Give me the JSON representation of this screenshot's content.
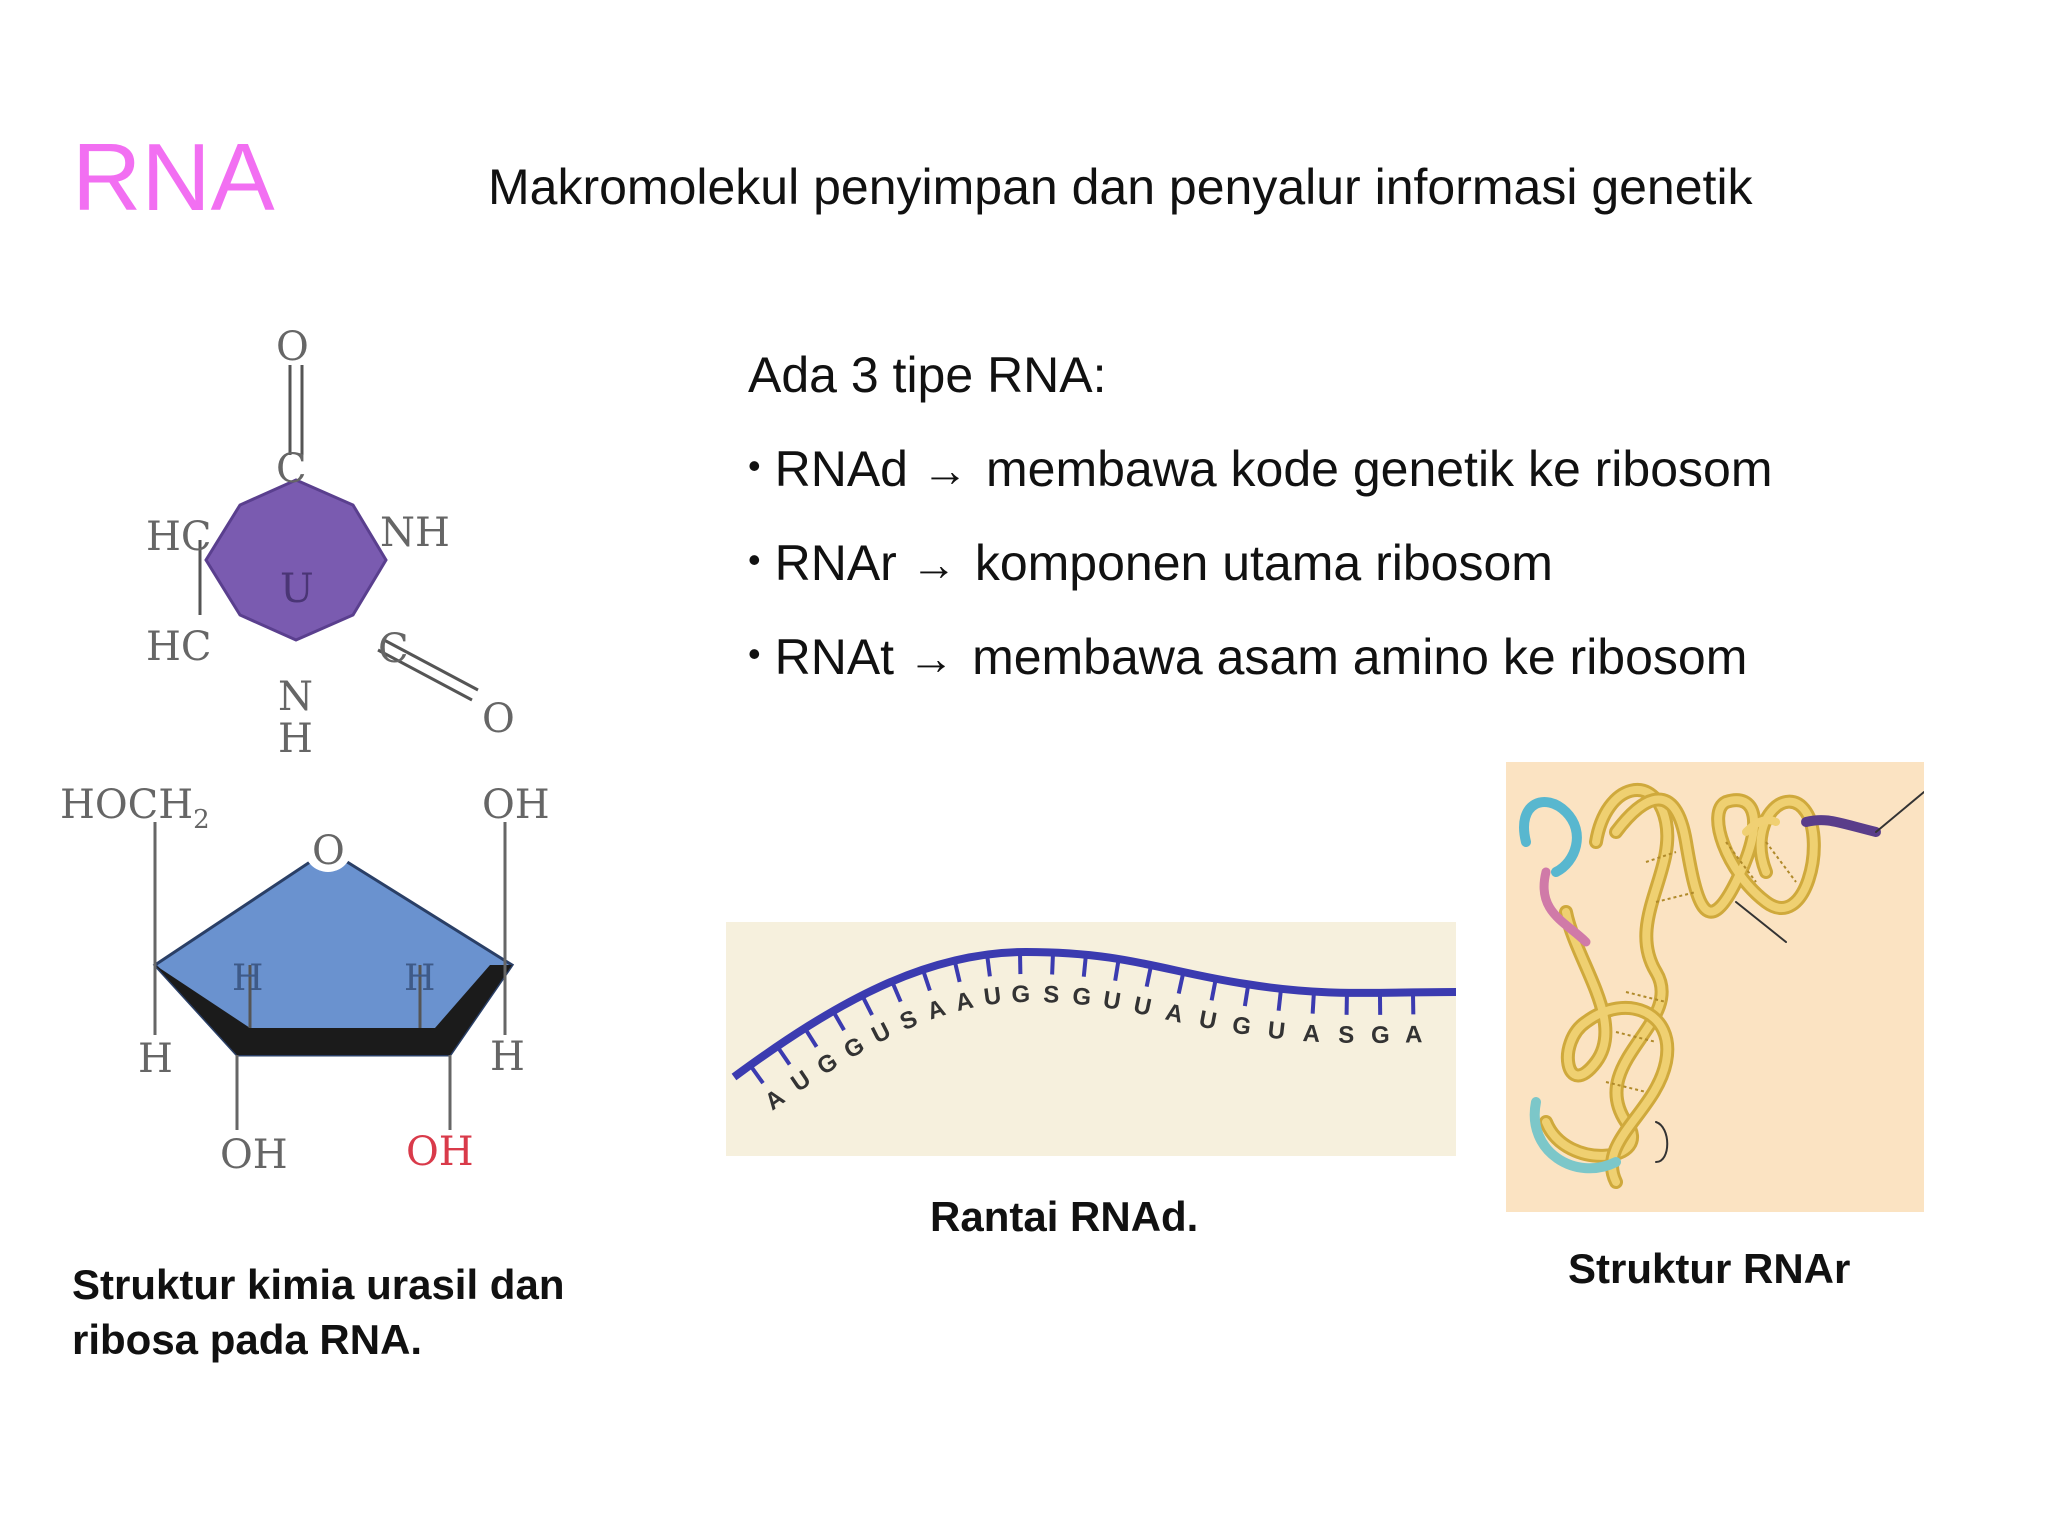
{
  "slide": {
    "title": "RNA",
    "subtitle": "Makromolekul penyimpan dan penyalur informasi genetik"
  },
  "types": {
    "heading": "Ada 3 tipe RNA:",
    "items": [
      {
        "name": "RNAd",
        "desc": "membawa kode genetik ke ribosom"
      },
      {
        "name": "RNAr",
        "desc": "komponen utama ribosom"
      },
      {
        "name": "RNAt",
        "desc": "membawa asam amino ke ribosom"
      }
    ],
    "arrow": "→",
    "bullet": "•"
  },
  "uracil": {
    "letter": "U",
    "atoms": {
      "o_top": "O",
      "c_top": "C",
      "hc_1": "HC",
      "hc_2": "HC",
      "nh": "NH",
      "c_right": "C",
      "o_right": "O",
      "n_bottom": "N",
      "h_bottom": "H"
    },
    "color": "#7a5bb0"
  },
  "ribose": {
    "atoms": {
      "hoch2": "HOCH",
      "sub2": "2",
      "o_ring": "O",
      "oh_top": "OH",
      "h_left": "H",
      "h_right": "H",
      "h_in1": "H",
      "h_in2": "H",
      "oh_bl": "OH",
      "oh_br": "OH"
    },
    "color": "#6a92cf",
    "oh_highlight": "#d93a4a"
  },
  "mrna": {
    "sequence": [
      "A",
      "U",
      "G",
      "G",
      "U",
      "S",
      "A",
      "A",
      "U",
      "G",
      "S",
      "G",
      "U",
      "U",
      "A",
      "U",
      "G",
      "U",
      "A",
      "S",
      "G",
      "A"
    ],
    "strand_color": "#3b3bb0",
    "bg": "#f6f0dd"
  },
  "rrna": {
    "bg": "#fbe3c2",
    "strand_color": "#e8c860"
  },
  "captions": {
    "structure": "Struktur kimia urasil dan ribosa pada RNA.",
    "mrna": "Rantai RNAd.",
    "rrna": "Struktur RNAr"
  }
}
